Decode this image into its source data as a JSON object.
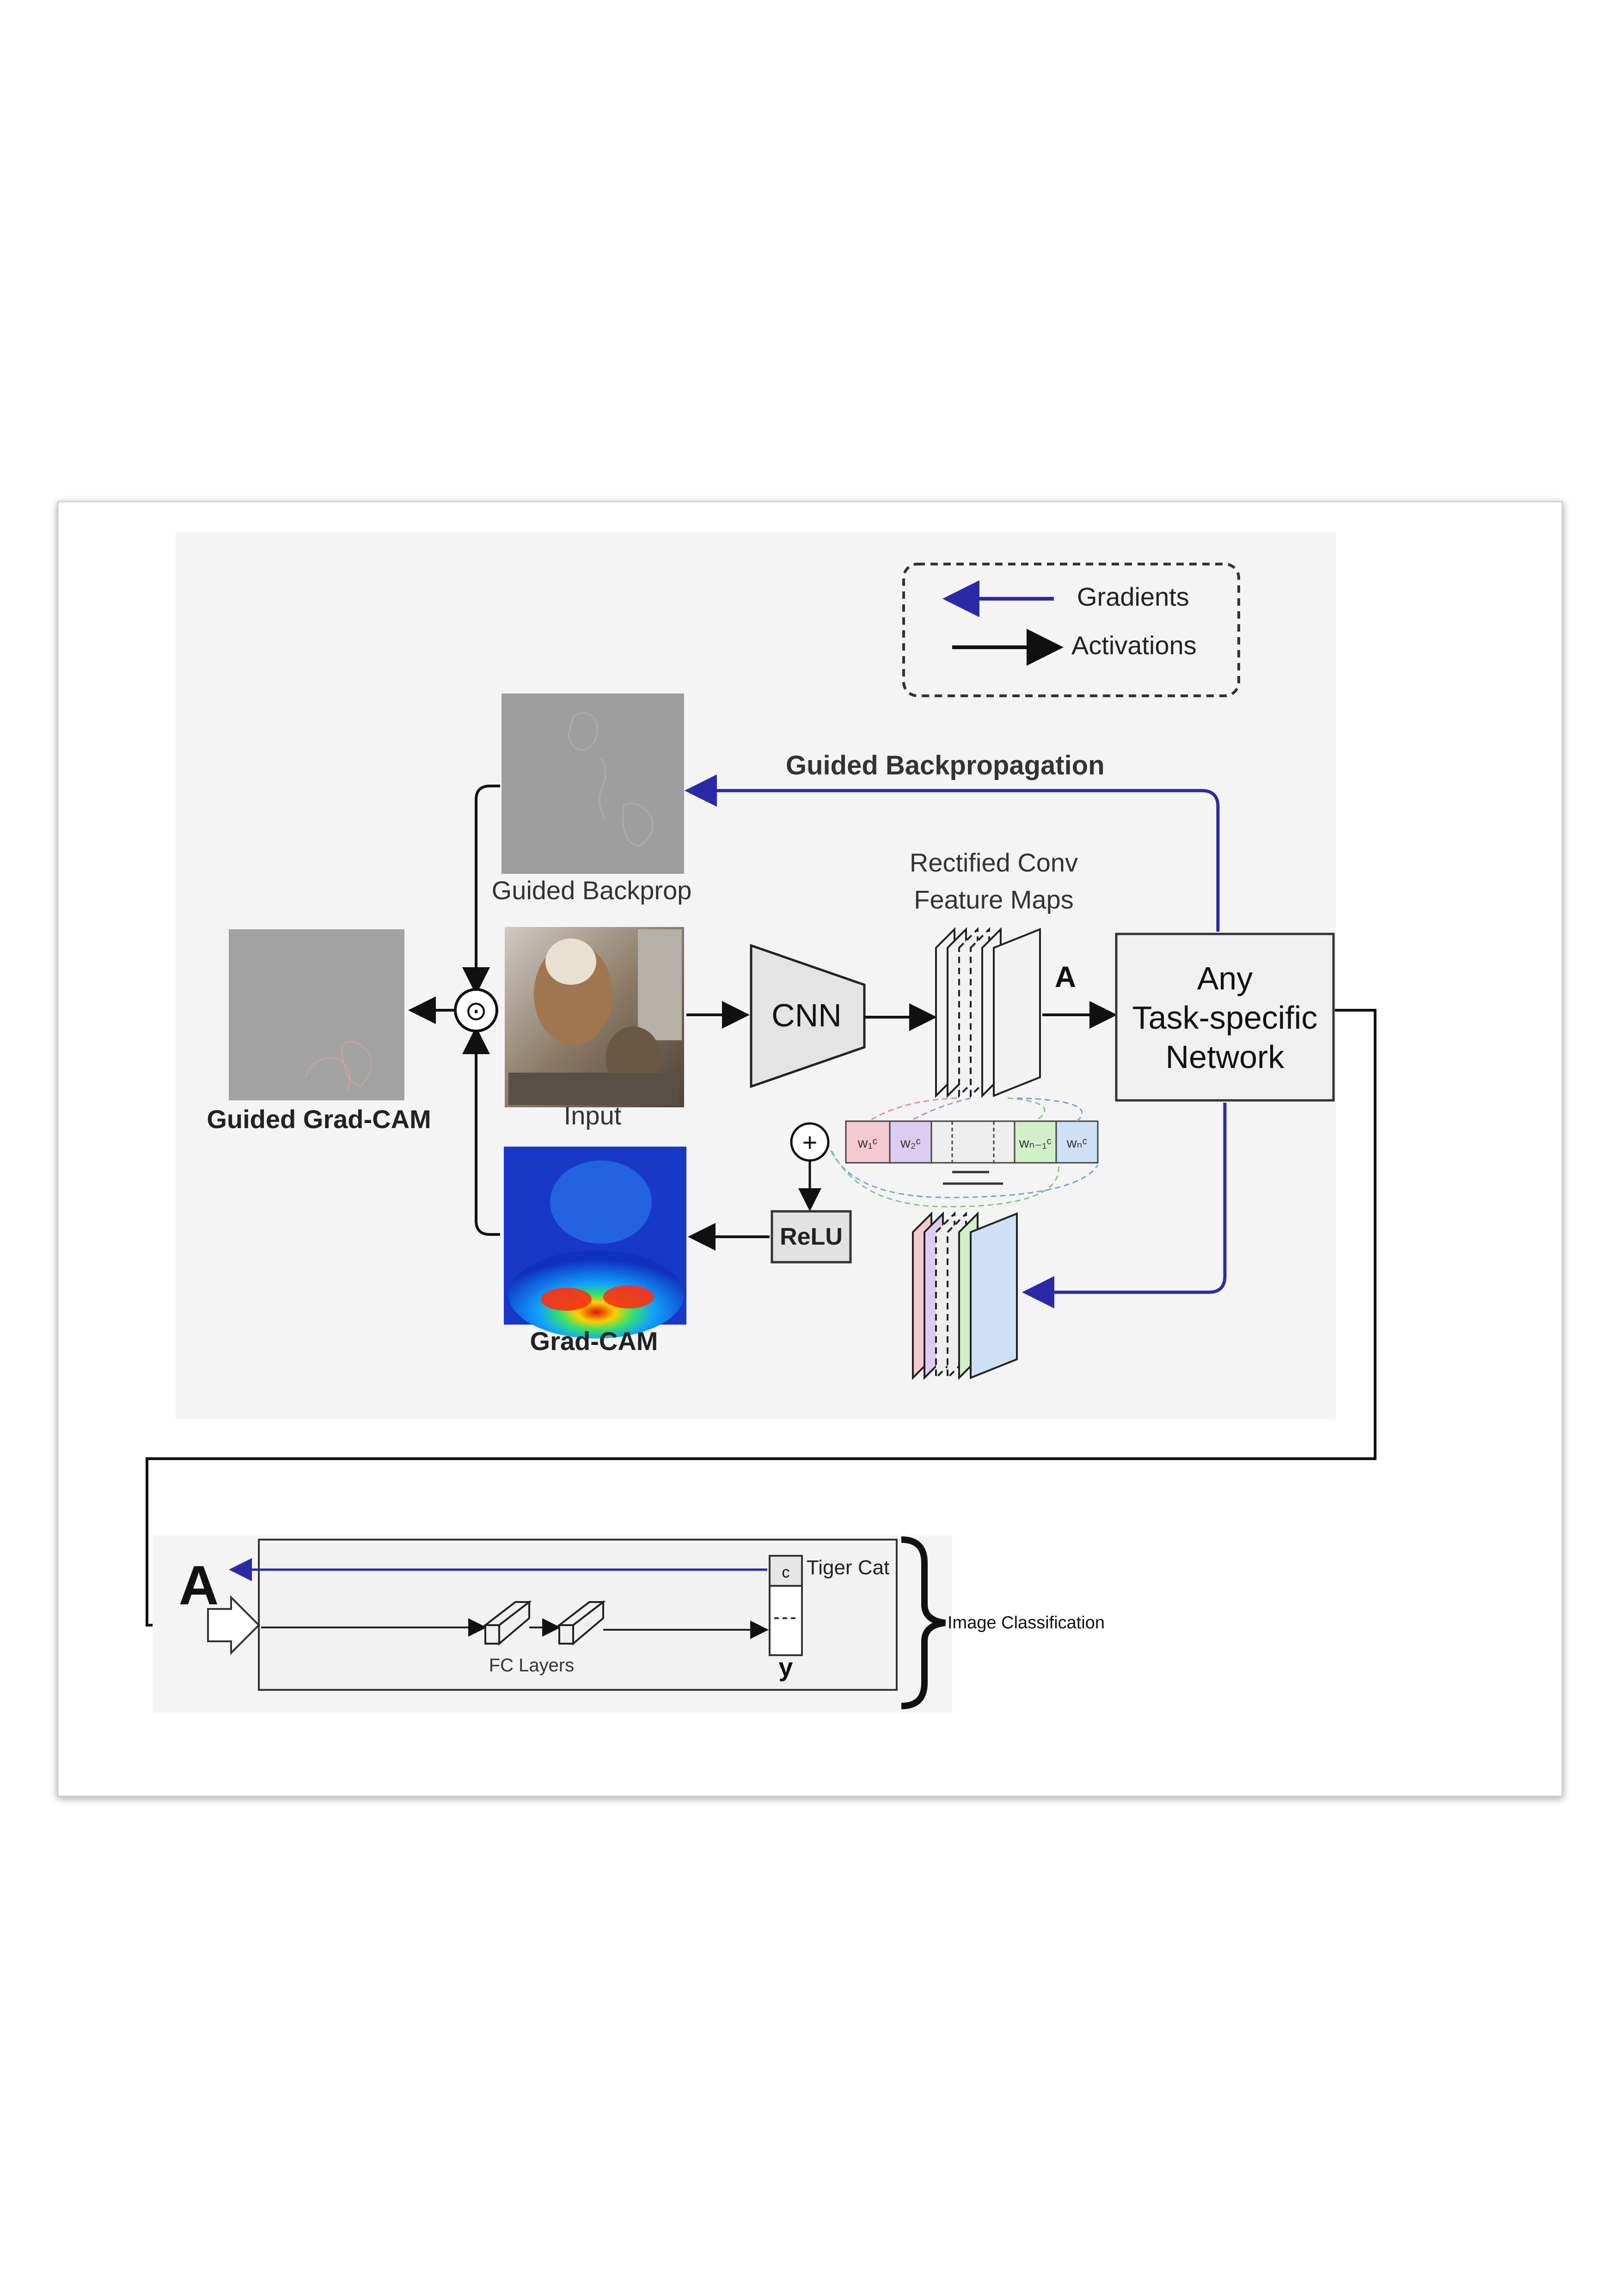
{
  "legend": {
    "gradients_label": "Gradients",
    "activations_label": "Activations",
    "gradient_color": "#2a2aa8",
    "activation_color": "#111111"
  },
  "labels": {
    "guided_backpropagation": "Guided Backpropagation",
    "guided_backprop": "Guided Backprop",
    "input": "Input",
    "guided_grad_cam": "Guided Grad-CAM",
    "grad_cam": "Grad-CAM",
    "cnn": "CNN",
    "rectified_conv_line1": "Rectified Conv",
    "rectified_conv_line2": "Feature Maps",
    "feature_map_symbol": "A",
    "task_line1": "Any",
    "task_line2": "Task-specific",
    "task_line3": "Network",
    "relu": "ReLU",
    "pointwise_symbol": "⊙",
    "sum_symbol": "+"
  },
  "classification": {
    "input_symbol": "A",
    "fc_layers": "FC Layers",
    "class_cell": "c",
    "class_name": "Tiger Cat",
    "output_symbol": "y",
    "bracket_label": "Image Classification"
  },
  "weights": [
    "w₁ᶜ",
    "w₂ᶜ",
    "wₙ₋₁ᶜ",
    "wₙᶜ"
  ],
  "colors": {
    "weight_1": "#f3c9d2",
    "weight_2": "#dccdf0",
    "weight_3": "#d1efc9",
    "weight_4": "#cfdff4",
    "heatmap_low": "#1030c0",
    "heatmap_high": "#e01010"
  }
}
